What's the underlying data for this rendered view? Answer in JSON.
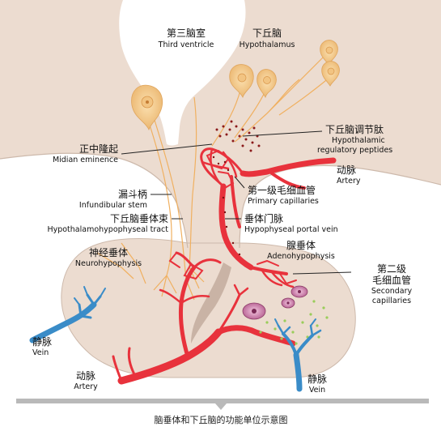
{
  "caption": "脑垂体和下丘脑的功能单位示意图",
  "labels": {
    "third_ventricle": {
      "zh": "第三脑室",
      "en": "Third ventricle"
    },
    "hypothalamus": {
      "zh": "下丘脑",
      "en": "Hypothalamus"
    },
    "hypothalamic_peptides": {
      "zh": "下丘脑调节肽",
      "en1": "Hypothalamic",
      "en2": "regulatory peptides"
    },
    "median_eminence": {
      "zh": "正中隆起",
      "en": "Midian eminence"
    },
    "artery_upper": {
      "zh": "动脉",
      "en": "Artery"
    },
    "primary_capillaries": {
      "zh": "第一级毛细血管",
      "en": "Primary capillaries"
    },
    "infundibular_stem": {
      "zh": "漏斗柄",
      "en": "Infundibular stem"
    },
    "tract": {
      "zh": "下丘脑垂体束",
      "en": "Hypothalamohypophyseal tract"
    },
    "portal_vein": {
      "zh": "垂体门脉",
      "en": "Hypophyseal portal vein"
    },
    "adenohypophysis": {
      "zh": "腺垂体",
      "en": "Adenohypophysis"
    },
    "neurohypophysis": {
      "zh": "神经垂体",
      "en": "Neurohypophysis"
    },
    "secondary_capillaries": {
      "zh1": "第二级",
      "zh2": "毛细血管",
      "en1": "Secondary",
      "en2": "capillaries"
    },
    "vein_left": {
      "zh": "静脉",
      "en": "Vein"
    },
    "artery_lower": {
      "zh": "动脉",
      "en": "Artery"
    },
    "vein_right": {
      "zh": "静脉",
      "en": "Vein"
    }
  },
  "colors": {
    "tissue": "#ecdcd0",
    "tissue_shadow": "#c8b4a6",
    "ventricle": "#ffffff",
    "neuron": "#f6c98c",
    "axon": "#f4b25a",
    "artery": "#e8323c",
    "vein": "#3a8cc8",
    "granule": "#8b1a1a",
    "gland_cell": "#b2578c",
    "dots": "#9acd5a",
    "caption_bar": "#b9b9b9"
  }
}
